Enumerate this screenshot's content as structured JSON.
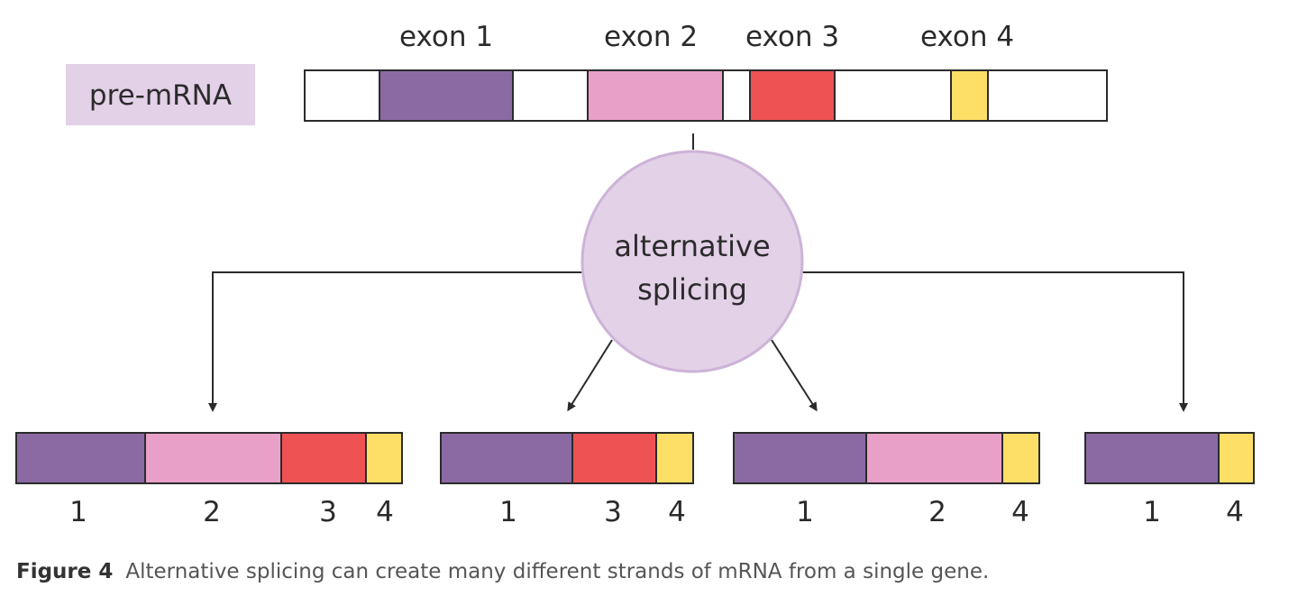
{
  "colors": {
    "exon1": "#8b6aa3",
    "exon2": "#e8a0c8",
    "exon3": "#ee5253",
    "exon4": "#fddf67",
    "intron": "#ffffff",
    "label_bg": "#e3d1e8",
    "circle_fill": "#e3d1e8",
    "circle_stroke": "#cdb3d7",
    "stroke": "#2b2b2b"
  },
  "pre_mrna": {
    "label": "pre-mRNA",
    "exon_labels": [
      "exon 1",
      "exon 2",
      "exon 3",
      "exon 4"
    ]
  },
  "splicing": {
    "line1": "alternative",
    "line2": "splicing"
  },
  "products": [
    {
      "exons": [
        "1",
        "2",
        "3",
        "4"
      ]
    },
    {
      "exons": [
        "1",
        "3",
        "4"
      ]
    },
    {
      "exons": [
        "1",
        "2",
        "4"
      ]
    },
    {
      "exons": [
        "1",
        "4"
      ]
    }
  ],
  "caption": {
    "figure_number": "Figure 4",
    "text": "Alternative splicing can create many different strands of mRNA from a single gene."
  }
}
